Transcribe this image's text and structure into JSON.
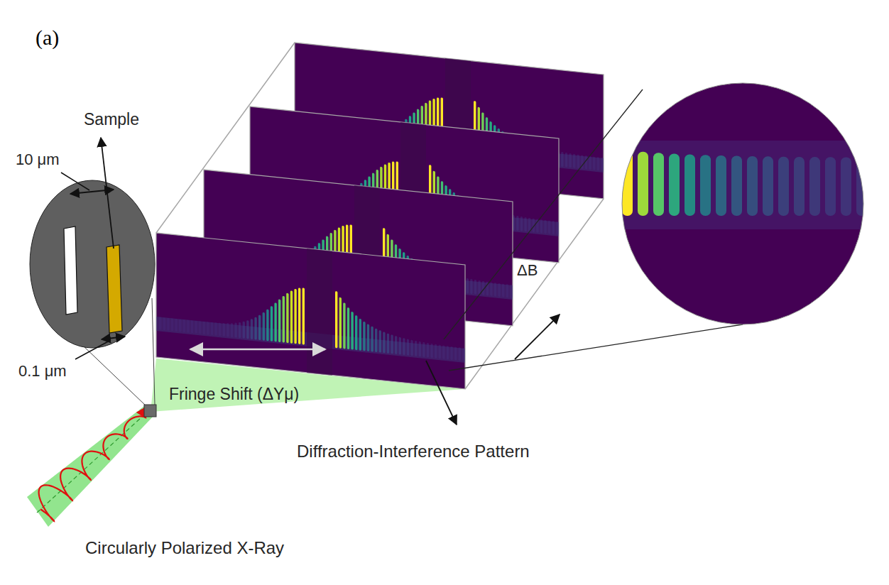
{
  "diagram": {
    "labels": [
      "(a)",
      "Sample",
      "10 μm",
      "0.1 μm",
      "Fringe Shift (ΔYμ)",
      "ΔB",
      "Diffraction-Interference Pattern",
      "Circularly Polarized X-Ray"
    ]
  }
}
